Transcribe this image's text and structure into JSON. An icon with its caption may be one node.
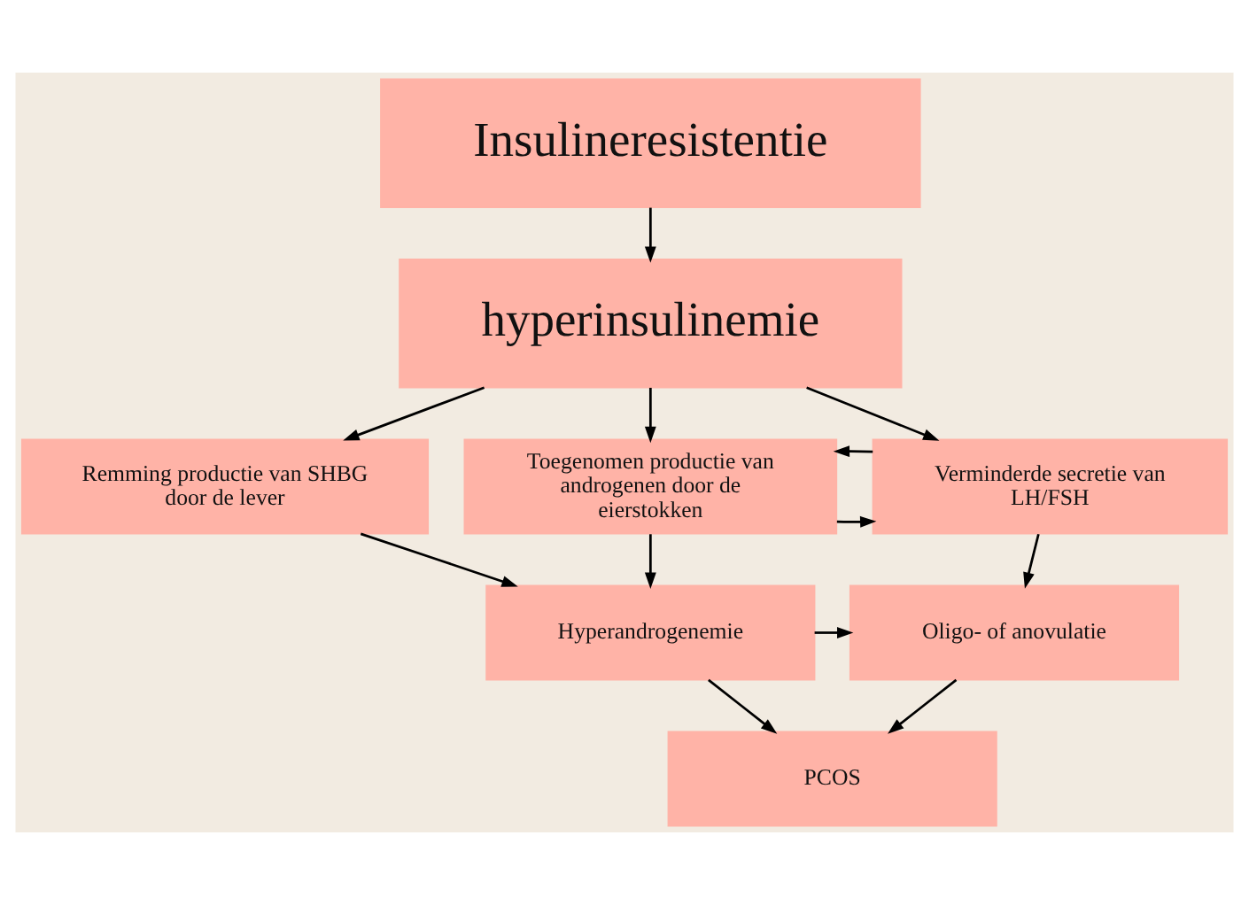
{
  "diagram": {
    "nodes": [
      {
        "text": [
          "Insulineresistentie"
        ]
      },
      {
        "text": [
          "hyperinsulinemie"
        ]
      },
      {
        "text": [
          "Remming productie van SHBG door de lever"
        ]
      },
      {
        "text": [
          "Toegenomen productie van androgenen door de eierstokken"
        ]
      },
      {
        "text": [
          "Verminderde secretie van LH/FSH"
        ]
      },
      {
        "text": [
          "Hyperandrogenemie"
        ]
      },
      {
        "text": [
          "Oligo- of anovulatie"
        ]
      },
      {
        "text": [
          "PCOS"
        ]
      }
    ],
    "edges": [
      {
        "from": 0,
        "to": 1,
        "arrow": "to"
      },
      {
        "from": 1,
        "to": 2,
        "arrow": "to"
      },
      {
        "from": 1,
        "to": 3,
        "arrow": "to"
      },
      {
        "from": 1,
        "to": 4,
        "arrow": "to"
      },
      {
        "from": 3,
        "to": 4,
        "arrow": "to"
      },
      {
        "from": 4,
        "to": 3,
        "arrow": "to"
      },
      {
        "from": 2,
        "to": 5,
        "arrow": "to"
      },
      {
        "from": 3,
        "to": 5,
        "arrow": "to"
      },
      {
        "from": 4,
        "to": 6,
        "arrow": "to"
      },
      {
        "from": 5,
        "to": 6,
        "arrow": "to"
      },
      {
        "from": 5,
        "to": 7,
        "arrow": "to"
      },
      {
        "from": 6,
        "to": 7,
        "arrow": "to"
      }
    ]
  }
}
